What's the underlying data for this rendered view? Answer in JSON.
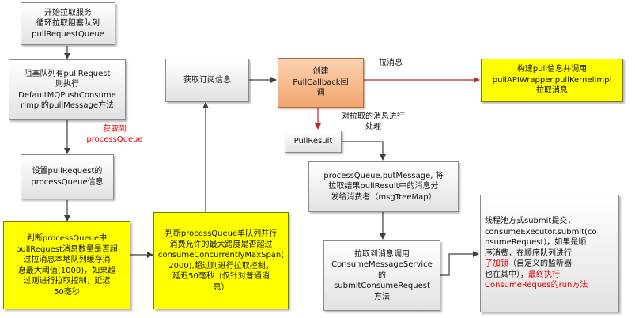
{
  "nodes": {
    "start": "开始拉取服务\n循环拉取阻塞队列\npullRequestQueue",
    "blocking_queue": "阻塞队列有pullRequest\n则执行\nDefaultMQPushConsume\nrImpl的pullMessage方法",
    "set_process_queue": "设置pullRequest的\nprocessQueue信息",
    "check_threshold": "判断processQueue中\npullRequest消息数量是否超\n过拉消息本地队列缓存消\n息最大阈值(1000)，如果超\n过则进行拉取控制，延迟\n50毫秒",
    "check_span": "判断processQueue单队列并行\n消费允许的最大跨度是否超过\nconsumeConcurrentlyMaxSpan(\n2000),超过则进行拉取控制，\n延迟50毫秒（仅针对普通消\n息）",
    "get_subscription": "获取订阅信息",
    "create_callback": "创建\nPullCallback回\n调",
    "build_pull": "构建pull信息并调用\npullAPIWrapper.pullKernelImpl\n拉取消息",
    "pull_result": "PullResult",
    "put_message": "processQueue.putMessage, 将\n拉取结果pullResult中的消息分\n发给消费者（msgTreeMap）",
    "submit_request": "拉取到消息调用\nConsumeMessageService\n的\nsubmitConsumeRequest\n方法",
    "thread_pool": {
      "part1": "线程池方式submit提交，\nconsumeExecutor.submit(co\nnsumeRequest)，如果是顺\n序消费，在顺序队列进行\n",
      "red1": "了加锁",
      "part2": "（自定义的监听器\n也在其中），",
      "red2": "最终执行\nConsumeReques的run方法"
    }
  },
  "labels": {
    "got_process_queue": "获取到\nprocessQueue",
    "pull_message": "拉消息",
    "handle_message": "对拉取的消息进行\n处理"
  },
  "colors": {
    "highlight": "#ffff00",
    "create_node": "#f5b07e",
    "red_arrow": "#c0282d",
    "red_text": "#e00000"
  }
}
